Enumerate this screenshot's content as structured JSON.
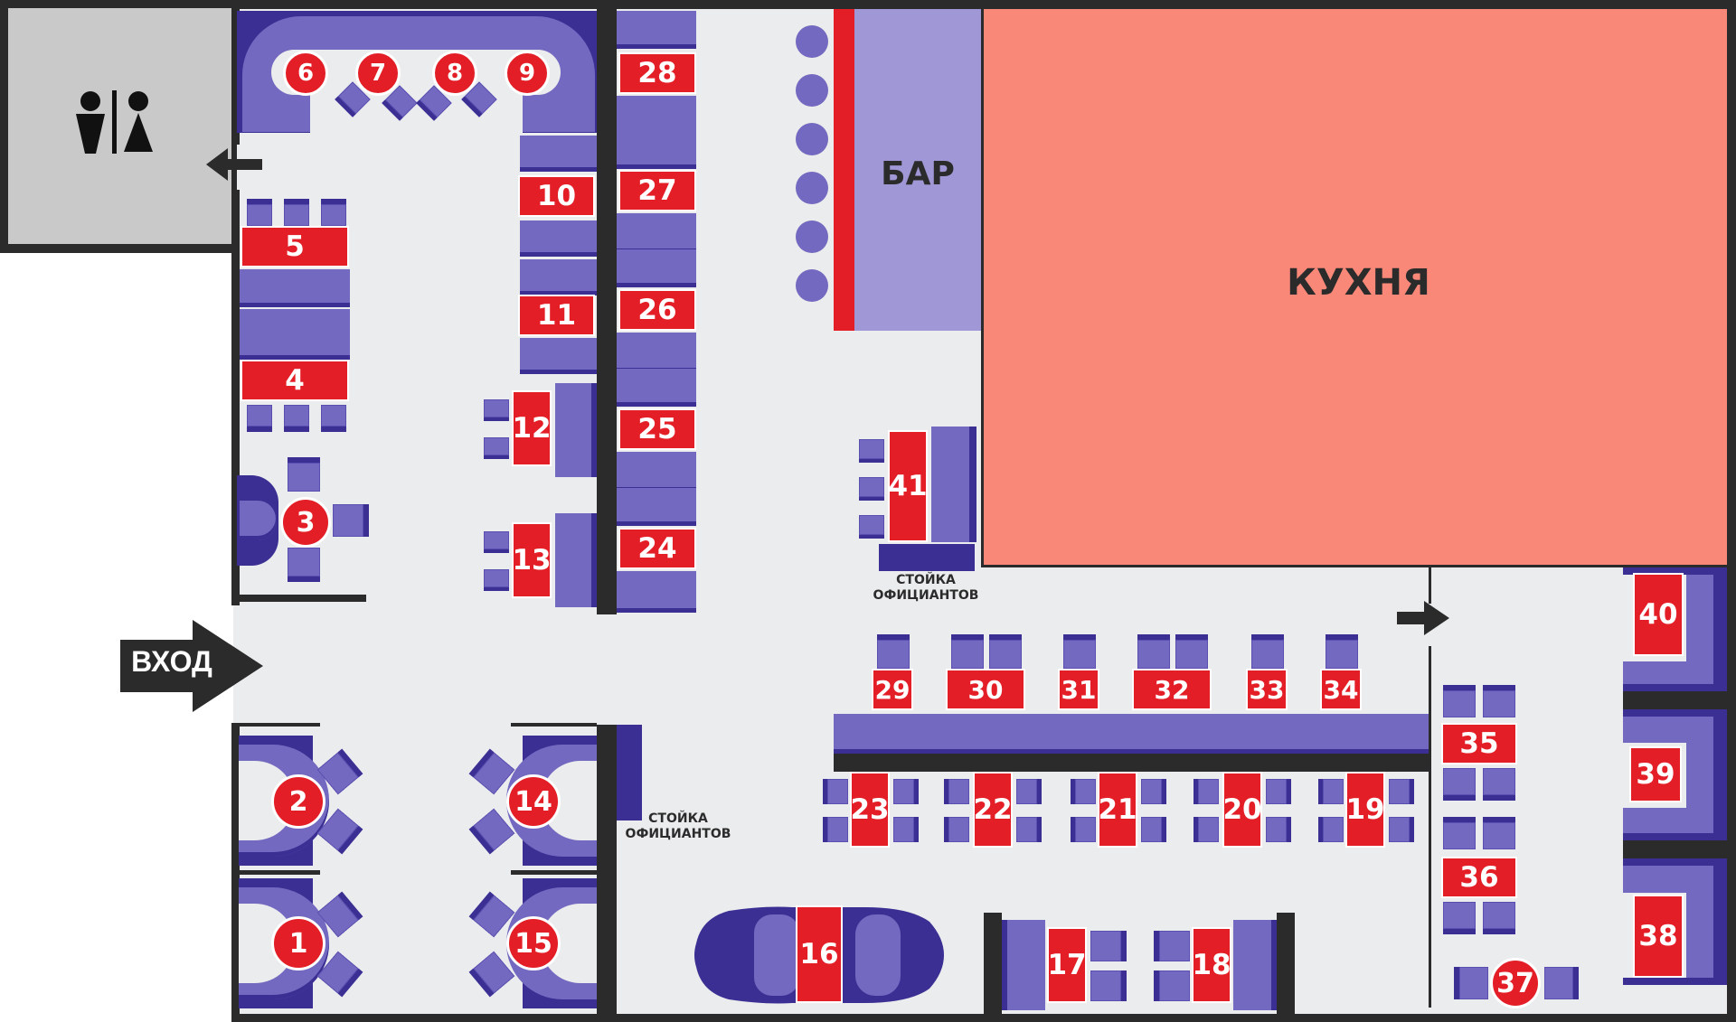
{
  "labels": {
    "wc": "",
    "entrance": "ВХОД",
    "bar": "БАР",
    "kitchen": "КУХНЯ",
    "waiter_station_1_line1": "СТОЙКА",
    "waiter_station_1_line2": "ОФИЦИАНТОВ",
    "waiter_station_2_line1": "СТОЙКА",
    "waiter_station_2_line2": "ОФИЦИАНТОВ"
  },
  "tables": {
    "t1": "1",
    "t2": "2",
    "t3": "3",
    "t4": "4",
    "t5": "5",
    "t6": "6",
    "t7": "7",
    "t8": "8",
    "t9": "9",
    "t10": "10",
    "t11": "11",
    "t12": "12",
    "t13": "13",
    "t14": "14",
    "t15": "15",
    "t16": "16",
    "t17": "17",
    "t18": "18",
    "t19": "19",
    "t20": "20",
    "t21": "21",
    "t22": "22",
    "t23": "23",
    "t24": "24",
    "t25": "25",
    "t26": "26",
    "t27": "27",
    "t28": "28",
    "t29": "29",
    "t30": "30",
    "t31": "31",
    "t32": "32",
    "t33": "33",
    "t34": "34",
    "t35": "35",
    "t36": "36",
    "t37": "37",
    "t38": "38",
    "t39": "39",
    "t40": "40",
    "t41": "41"
  },
  "icons": {
    "restroom": "restroom-icon",
    "arrow_wc": "arrow-left-icon",
    "arrow_right": "arrow-right-icon",
    "entrance_arrow": "arrow-right-icon",
    "car": "car-icon"
  },
  "colors": {
    "table": "#e31e26",
    "seating": "#7469c0",
    "seating_dark": "#3b2f94",
    "kitchen": "#fa8879",
    "bar": "#9f97d6",
    "floor": "#ebeced",
    "wc": "#c8c9c8",
    "wall": "#2b2b2b"
  }
}
